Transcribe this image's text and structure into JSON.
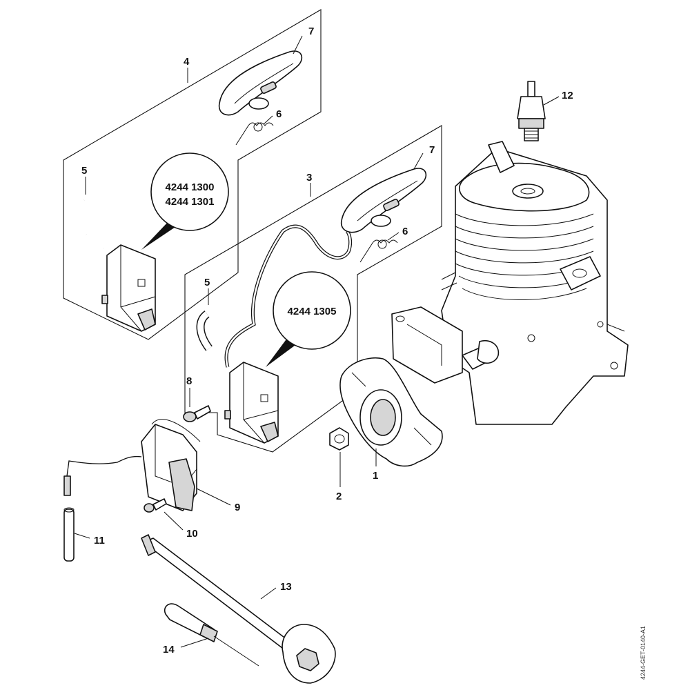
{
  "callouts": {
    "c1": "1",
    "c2": "2",
    "c3": "3",
    "c4": "4",
    "c5a": "5",
    "c5b": "5",
    "c6a": "6",
    "c6b": "6",
    "c7a": "7",
    "c7b": "7",
    "c8": "8",
    "c9": "9",
    "c10": "10",
    "c11": "11",
    "c12": "12",
    "c13": "13",
    "c14": "14"
  },
  "part_numbers": {
    "assembly_4_line1": "4244 1300",
    "assembly_4_line2": "4244 1301",
    "assembly_3": "4244 1305"
  },
  "figure_code": "4244-GET-0140-A1"
}
